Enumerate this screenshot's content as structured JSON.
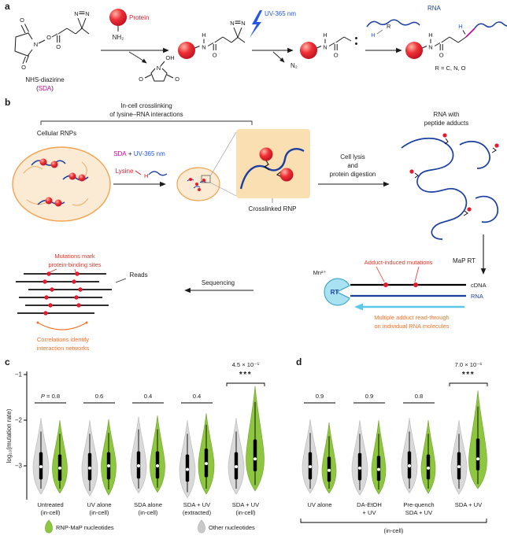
{
  "colors": {
    "protein_red": "#e8192c",
    "sda_magenta": "#cc0099",
    "uv_blue": "#2457e6",
    "rna_navy": "#1b3fa0",
    "cell_orange": "#f2a24d",
    "highlight_orange": "#f0742a",
    "annotation_red": "#e83528",
    "rt_cyan": "#5bc8ea",
    "violin_green": "#8dc63f",
    "violin_green_edge": "#76a832",
    "violin_gray": "#d9d9d9",
    "violin_gray_edge": "#bdbdbd"
  },
  "panel_a": {
    "label": "a",
    "atom_O": "O",
    "atom_N": "N",
    "atom_H": "H",
    "atom_OH": "OH",
    "atom_R": "R",
    "protein": "Protein",
    "nh2": "NH₂",
    "nhs_name": "NHS-diazirine",
    "paren_open": "(",
    "sda": "SDA",
    "paren_close": ")",
    "uv": "UV-365 nm",
    "n2": "N₂",
    "rna": "RNA",
    "r_def": "R = C, N, O"
  },
  "panel_b": {
    "label": "b",
    "title1": "In-cell crosslinking",
    "title2": "of lysine–RNA interactions",
    "cellular_rnps": "Cellular RNPs",
    "sda": "SDA",
    "plus": " + ",
    "uv": "UV-365 nm",
    "lysine": "Lysine",
    "lysine_h": "H",
    "crosslinked_rnp": "Crosslinked RNP",
    "lysis1": "Cell lysis",
    "lysis2": "and",
    "lysis3": "protein digestion",
    "rna_adducts1": "RNA with",
    "rna_adducts2": "peptide adducts",
    "map_rt": "MaP RT",
    "mn": "Mn²⁺",
    "rt": "RT",
    "cdna": "cDNA",
    "rna": "RNA",
    "adduct_mutations": "Adduct-induced mutations",
    "readthrough1": "Multiple adduct read-through",
    "readthrough2": "on individual RNA molecules",
    "sequencing": "Sequencing",
    "reads": "Reads",
    "mutations1": "Mutations mark",
    "mutations2": "protein-binding sites",
    "correlations1": "Correlations identify",
    "correlations2": "interaction networks"
  },
  "chart_data": [
    {
      "panel": "c",
      "type": "violin",
      "ylabel": "log₁₀(mutation rate)",
      "ylim": [
        -3.9,
        -0.9
      ],
      "yticks": [
        "−1",
        "−2",
        "−3"
      ],
      "ytick_values": [
        -1,
        -2,
        -3
      ],
      "series_names": [
        "Other nucleotides",
        "RNP-MaP nucleotides"
      ],
      "groups": [
        {
          "label1": "Untreated",
          "label2": "(in-cell)",
          "p": "P = 0.8",
          "sig": "",
          "other": {
            "lo": -3.62,
            "peak": -3.02,
            "hi": -1.95,
            "q1": -3.3,
            "med": -3.02,
            "q3": -2.7,
            "w1": -3.5,
            "w2": -2.25,
            "hw": 10
          },
          "rnp": {
            "lo": -3.6,
            "peak": -3.05,
            "hi": -2.0,
            "q1": -3.33,
            "med": -3.05,
            "q3": -2.75,
            "w1": -3.5,
            "w2": -2.3,
            "hw": 9.5
          }
        },
        {
          "label1": "UV alone",
          "label2": "(in-cell)",
          "p": "0.6",
          "sig": "",
          "other": {
            "lo": -3.66,
            "peak": -3.05,
            "hi": -2.0,
            "q1": -3.32,
            "med": -3.05,
            "q3": -2.72,
            "w1": -3.55,
            "w2": -2.3,
            "hw": 10
          },
          "rnp": {
            "lo": -3.64,
            "peak": -3.0,
            "hi": -1.98,
            "q1": -3.3,
            "med": -3.0,
            "q3": -2.7,
            "w1": -3.52,
            "w2": -2.28,
            "hw": 9.5
          }
        },
        {
          "label1": "SDA alone",
          "label2": "(in-cell)",
          "p": "0.4",
          "sig": "",
          "other": {
            "lo": -3.6,
            "peak": -3.0,
            "hi": -1.92,
            "q1": -3.28,
            "med": -3.0,
            "q3": -2.68,
            "w1": -3.5,
            "w2": -2.2,
            "hw": 10
          },
          "rnp": {
            "lo": -3.58,
            "peak": -3.0,
            "hi": -1.9,
            "q1": -3.28,
            "med": -3.0,
            "q3": -2.68,
            "w1": -3.48,
            "w2": -2.2,
            "hw": 9.5
          }
        },
        {
          "label1": "SDA + UV",
          "label2": "(extracted)",
          "p": "0.4",
          "sig": "",
          "other": {
            "lo": -3.7,
            "peak": -3.08,
            "hi": -2.0,
            "q1": -3.35,
            "med": -3.08,
            "q3": -2.75,
            "w1": -3.58,
            "w2": -2.3,
            "hw": 10
          },
          "rnp": {
            "lo": -3.62,
            "peak": -2.98,
            "hi": -1.85,
            "q1": -3.25,
            "med": -2.95,
            "q3": -2.62,
            "w1": -3.5,
            "w2": -2.1,
            "hw": 10
          }
        },
        {
          "label1": "SDA + UV",
          "label2": "(in-cell)",
          "p": "4.5 × 10⁻⁵",
          "sig": "***",
          "other": {
            "lo": -3.62,
            "peak": -3.02,
            "hi": -1.95,
            "q1": -3.3,
            "med": -3.02,
            "q3": -2.7,
            "w1": -3.5,
            "w2": -2.25,
            "hw": 10
          },
          "rnp": {
            "lo": -3.55,
            "peak": -2.85,
            "hi": -1.25,
            "q1": -3.12,
            "med": -2.85,
            "q3": -2.42,
            "w1": -3.42,
            "w2": -1.6,
            "hw": 11.5
          }
        }
      ],
      "legend": [
        {
          "label": "RNP-MaP nucleotides",
          "color": "#8dc63f",
          "edge": "#76a832"
        },
        {
          "label": "Other nucleotides",
          "color": "#c9c9c9",
          "edge": "#b0b0b0"
        }
      ]
    },
    {
      "panel": "d",
      "type": "violin",
      "ylabel": "",
      "ylim": [
        -3.9,
        -0.9
      ],
      "yticks": [],
      "ytick_values": [],
      "series_names": [
        "Other nucleotides",
        "RNP-MaP nucleotides"
      ],
      "footer": "(in-cell)",
      "groups": [
        {
          "label1": "UV alone",
          "label2": "",
          "p": "0.9",
          "sig": "",
          "other": {
            "lo": -3.6,
            "peak": -3.02,
            "hi": -1.98,
            "q1": -3.3,
            "med": -3.02,
            "q3": -2.7,
            "w1": -3.5,
            "w2": -2.28,
            "hw": 10
          },
          "rnp": {
            "lo": -3.6,
            "peak": -3.1,
            "hi": -2.05,
            "q1": -3.35,
            "med": -3.1,
            "q3": -2.8,
            "w1": -3.5,
            "w2": -2.35,
            "hw": 9
          }
        },
        {
          "label1": "DA-EtOH",
          "label2": "+ UV",
          "p": "0.9",
          "sig": "",
          "other": {
            "lo": -3.64,
            "peak": -3.05,
            "hi": -2.0,
            "q1": -3.32,
            "med": -3.05,
            "q3": -2.72,
            "w1": -3.53,
            "w2": -2.3,
            "hw": 10
          },
          "rnp": {
            "lo": -3.62,
            "peak": -3.08,
            "hi": -2.0,
            "q1": -3.33,
            "med": -3.08,
            "q3": -2.78,
            "w1": -3.52,
            "w2": -2.3,
            "hw": 9
          }
        },
        {
          "label1": "Pre-quench",
          "label2": "SDA + UV",
          "p": "0.8",
          "sig": "",
          "other": {
            "lo": -3.6,
            "peak": -3.0,
            "hi": -1.95,
            "q1": -3.28,
            "med": -3.0,
            "q3": -2.68,
            "w1": -3.5,
            "w2": -2.25,
            "hw": 10
          },
          "rnp": {
            "lo": -3.6,
            "peak": -3.05,
            "hi": -2.0,
            "q1": -3.3,
            "med": -3.05,
            "q3": -2.75,
            "w1": -3.5,
            "w2": -2.3,
            "hw": 9
          }
        },
        {
          "label1": "SDA + UV",
          "label2": "",
          "p": "7.0 × 10⁻⁶",
          "sig": "***",
          "other": {
            "lo": -3.62,
            "peak": -3.02,
            "hi": -2.0,
            "q1": -3.3,
            "med": -3.02,
            "q3": -2.7,
            "w1": -3.5,
            "w2": -2.3,
            "hw": 10
          },
          "rnp": {
            "lo": -3.5,
            "peak": -2.88,
            "hi": -1.35,
            "q1": -3.1,
            "med": -2.85,
            "q3": -2.4,
            "w1": -3.4,
            "w2": -1.7,
            "hw": 11.5
          }
        }
      ]
    }
  ]
}
